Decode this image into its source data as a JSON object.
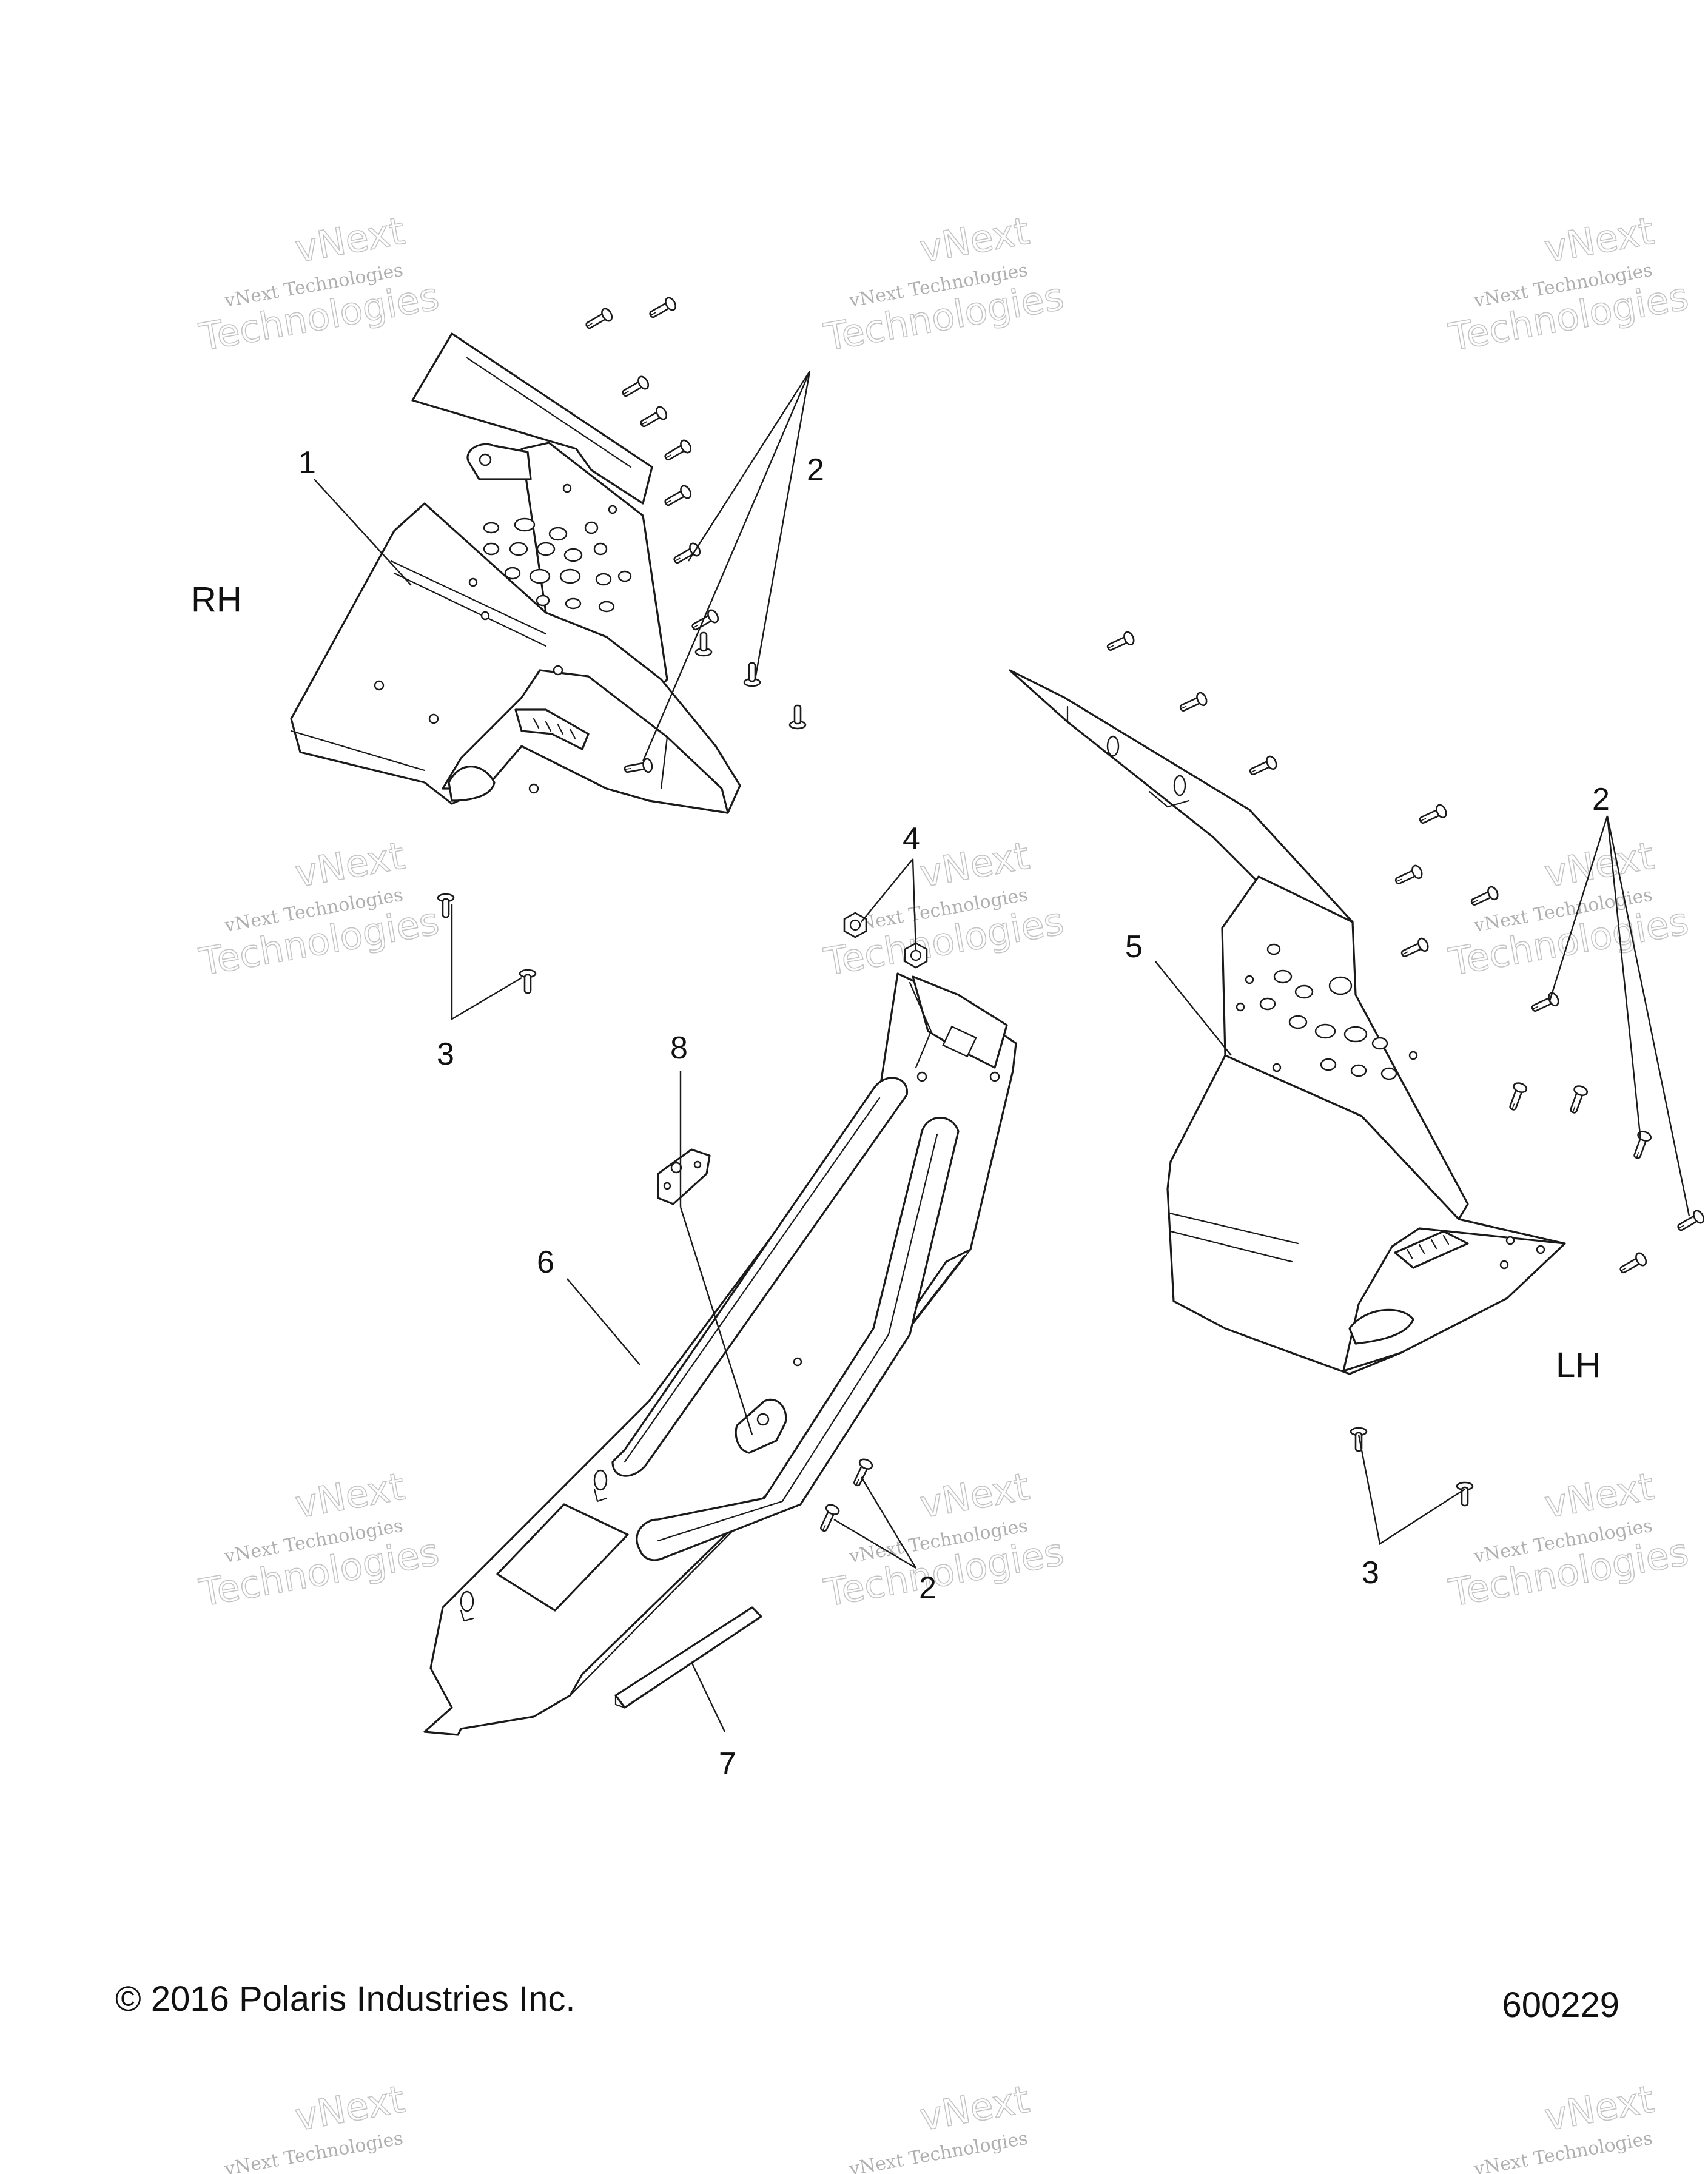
{
  "diagram": {
    "side_labels": {
      "right": "RH",
      "left": "LH"
    },
    "callouts": [
      "1",
      "2",
      "2",
      "2",
      "3",
      "3",
      "4",
      "5",
      "6",
      "7",
      "8"
    ],
    "watermark": {
      "line1": "vNext",
      "line2": "vNext Technologies",
      "line3": "Technologies"
    },
    "footer": {
      "copyright": "© 2016 Polaris Industries Inc.",
      "figure_number": "600229"
    }
  }
}
